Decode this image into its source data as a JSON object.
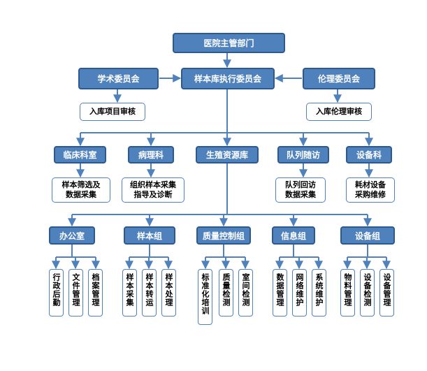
{
  "top": "医院主管部门",
  "committee": {
    "center": "样本库执行委员会",
    "left": "学术委员会",
    "right": "伦理委员会"
  },
  "reviews": {
    "left": "入库项目审核",
    "right": "入库伦理审核"
  },
  "departments": [
    {
      "name": "临床科室",
      "task": [
        "样本筛选及",
        "数据采集"
      ]
    },
    {
      "name": "病理科",
      "task": [
        "组织样本采集",
        "指导及诊断"
      ]
    },
    {
      "name": "生殖资源库",
      "task": []
    },
    {
      "name": "队列随访",
      "task": [
        "队列回访",
        "数据采集"
      ]
    },
    {
      "name": "设备科",
      "task": [
        "耗材设备",
        "采购维修"
      ]
    }
  ],
  "groups": [
    {
      "name": "办公室",
      "duties": [
        "行政后勤",
        "文件管理",
        "档案管理"
      ]
    },
    {
      "name": "样本组",
      "duties": [
        "样本采集",
        "样本转运",
        "样本处理"
      ]
    },
    {
      "name": "质量控制组",
      "duties": [
        "标准化培训",
        "质量检测",
        "室间检测"
      ]
    },
    {
      "name": "信息组",
      "duties": [
        "数据管理",
        "网络维护",
        "系统维护"
      ]
    },
    {
      "name": "设备组",
      "duties": [
        "物料管理",
        "设备检测",
        "设备管理"
      ]
    }
  ]
}
